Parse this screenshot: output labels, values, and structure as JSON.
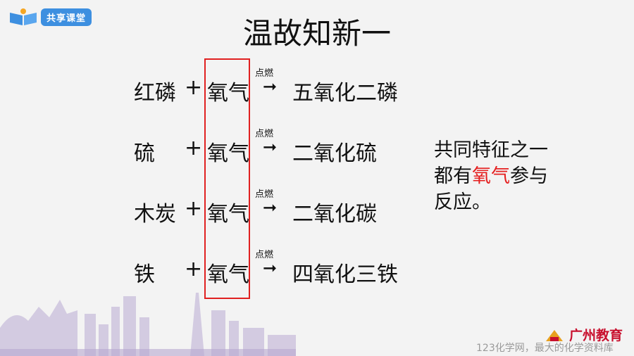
{
  "logo": {
    "label": "共享课堂",
    "brand_color": "#3d8fe0"
  },
  "title": "温故知新一",
  "reactions": [
    {
      "reactant": "红磷",
      "plus": "+",
      "oxygen": "氧气",
      "condition": "点燃",
      "arrow": "➞",
      "product": "五氧化二磷"
    },
    {
      "reactant": "硫",
      "plus": "+",
      "oxygen": "氧气",
      "condition": "点燃",
      "arrow": "➞",
      "product": "二氧化硫"
    },
    {
      "reactant": "木炭",
      "plus": "+",
      "oxygen": "氧气",
      "condition": "点燃",
      "arrow": "➞",
      "product": "二氧化碳"
    },
    {
      "reactant": "铁",
      "plus": "+",
      "oxygen": "氧气",
      "condition": "点燃",
      "arrow": "➞",
      "product": "四氧化三铁"
    }
  ],
  "note": {
    "line1": "共同特征之一",
    "line2_before": "都有",
    "line2_highlight": "氧气",
    "line2_after": "参与",
    "line3": "反应。",
    "highlight_color": "#e52020"
  },
  "footer": {
    "gz_logo": "广州教育",
    "watermark": "123化学网，最大的化学资料库"
  },
  "colors": {
    "box_border": "#e02020",
    "skyline": "#c9bedb"
  }
}
